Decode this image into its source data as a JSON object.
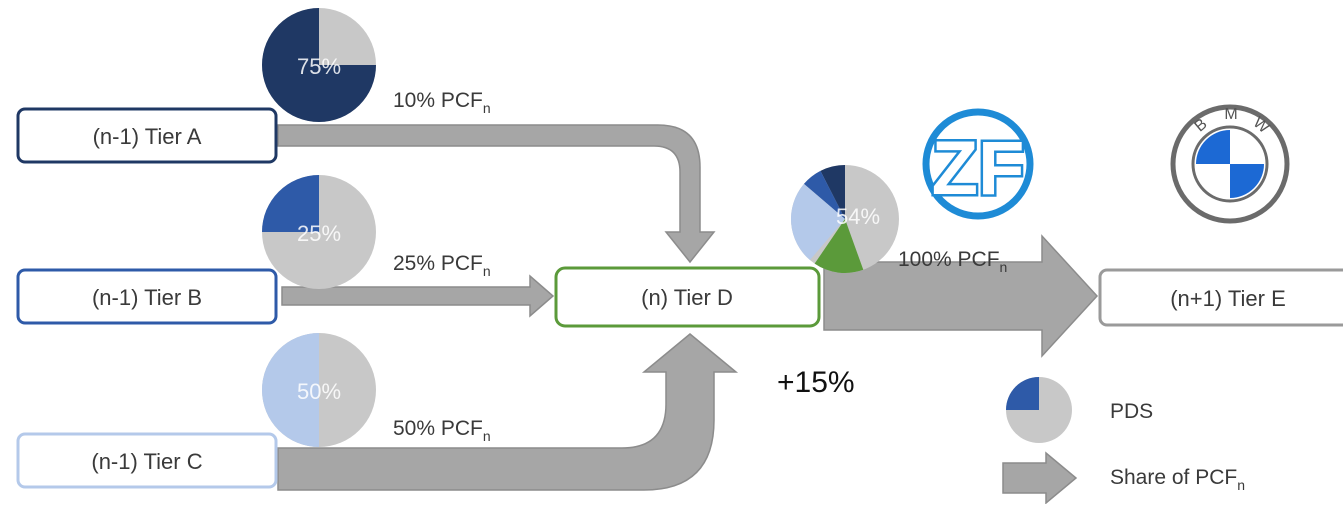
{
  "nodes": {
    "tier_a": {
      "label": "(n-1) Tier A",
      "color": "#1f3864"
    },
    "tier_b": {
      "label": "(n-1) Tier B",
      "color": "#2e5aa8"
    },
    "tier_c": {
      "label": "(n-1) Tier C",
      "color": "#b4c9ea"
    },
    "tier_d": {
      "label": "(n) Tier D",
      "color": "#5b9a3a"
    },
    "tier_e": {
      "label": "(n+1) Tier E",
      "color": "#9a9a9a"
    }
  },
  "flows": {
    "a_to_d": {
      "prefix": "10% PCF",
      "sub": "n"
    },
    "b_to_d": {
      "prefix": "25% PCF",
      "sub": "n"
    },
    "c_to_d": {
      "prefix": "50% PCF",
      "sub": "n"
    },
    "d_to_e": {
      "prefix": "100% PCF",
      "sub": "n"
    }
  },
  "pies": {
    "tier_a": {
      "label": "75%",
      "share": 0.75,
      "color": "#1f3864"
    },
    "tier_b": {
      "label": "25%",
      "share": 0.25,
      "color": "#2e5aa8"
    },
    "tier_c": {
      "label": "50%",
      "share": 0.5,
      "color": "#b4c9ea"
    },
    "tier_d": {
      "label": "54%",
      "segments": [
        {
          "share": 0.075,
          "color": "#1f3864"
        },
        {
          "share": 0.0625,
          "color": "#2e5aa8"
        },
        {
          "share": 0.25,
          "color": "#b4c9ea"
        },
        {
          "share": 0.15,
          "color": "#5b9a3a"
        }
      ]
    }
  },
  "delta": {
    "label": "+15%"
  },
  "logos": {
    "zf": {
      "text": "ZF",
      "color": "#1e8bd6"
    },
    "bmw": {
      "text": "BMW",
      "letters": [
        "B",
        "M",
        "W"
      ],
      "blue": "#1c69d4"
    }
  },
  "legend": {
    "pds": {
      "label": "PDS",
      "color": "#2e5aa8"
    },
    "share": {
      "prefix": "Share of PCF",
      "sub": "n"
    }
  },
  "colors": {
    "arrow": "#a6a6a6",
    "arrow_stroke": "#8c8c8c",
    "pie_base": "#c8c8c8"
  }
}
